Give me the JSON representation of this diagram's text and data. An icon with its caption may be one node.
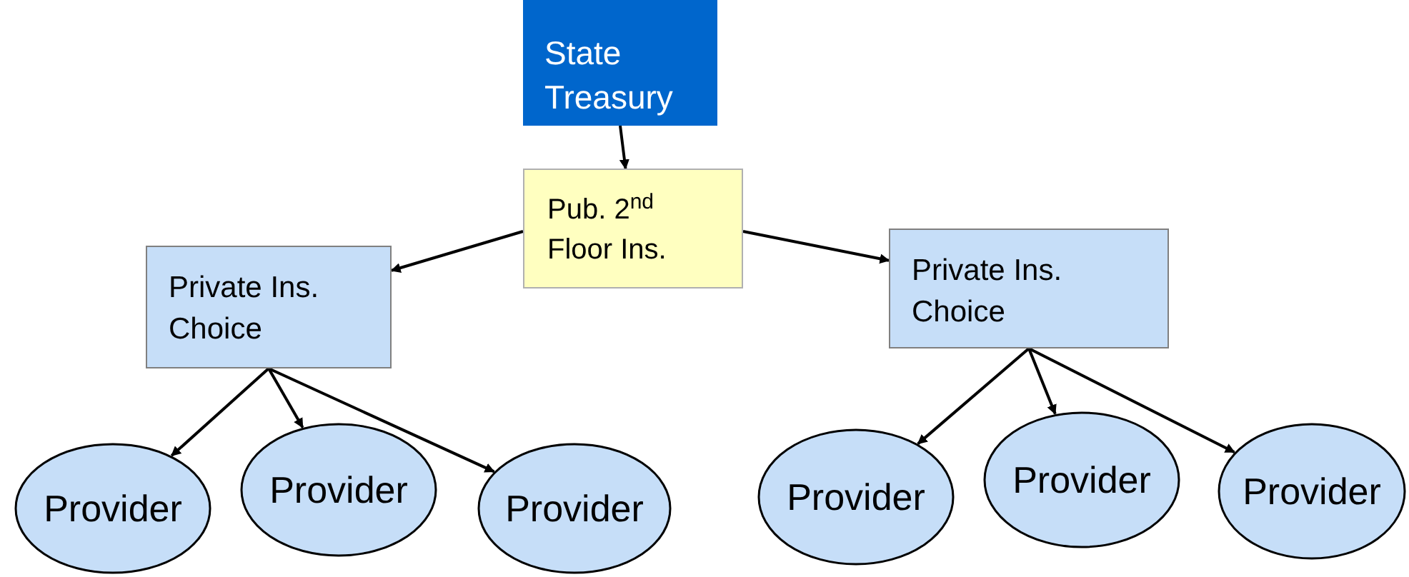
{
  "diagram": {
    "nodes": [
      {
        "text": [
          "State Treasury"
        ]
      },
      {
        "text": [
          "Pub. 2$^{nd}$ Floor Ins."
        ]
      },
      {
        "text": [
          "Private Ins. Choice"
        ]
      },
      {
        "text": [
          "Private Ins. Choice"
        ]
      },
      {
        "text": [
          "Provider"
        ]
      },
      {
        "text": [
          "Provider"
        ]
      },
      {
        "text": [
          "Provider"
        ]
      },
      {
        "text": [
          "Provider"
        ]
      },
      {
        "text": [
          "Provider"
        ]
      },
      {
        "text": [
          "Provider"
        ]
      }
    ],
    "edges": [
      {
        "from": 0,
        "to": 1,
        "arrow": "to"
      },
      {
        "from": 1,
        "to": 2,
        "arrow": "to"
      },
      {
        "from": 1,
        "to": 3,
        "arrow": "to"
      },
      {
        "from": 2,
        "to": 4,
        "arrow": "to"
      },
      {
        "from": 2,
        "to": 5,
        "arrow": "to"
      },
      {
        "from": 2,
        "to": 6,
        "arrow": "to"
      },
      {
        "from": 3,
        "to": 7,
        "arrow": "to"
      },
      {
        "from": 3,
        "to": 8,
        "arrow": "to"
      },
      {
        "from": 3,
        "to": 9,
        "arrow": "to"
      }
    ]
  }
}
